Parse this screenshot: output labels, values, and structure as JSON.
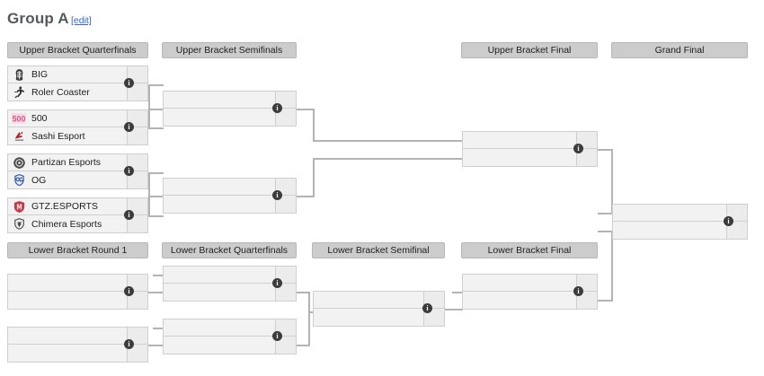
{
  "header": {
    "title": "Group A",
    "edit_label": "[edit]"
  },
  "theme": {
    "header_bg": "#cccccc",
    "box_bg": "#f2f2f2",
    "border": "#cfcfcf",
    "line": "#b3b3b3",
    "link": "#3366cc",
    "title_color": "#54595d",
    "badge_bg": "#3c3c3c"
  },
  "round_headers": [
    {
      "id": "ub-qf",
      "label": "Upper Bracket Quarterfinals"
    },
    {
      "id": "ub-sf",
      "label": "Upper Bracket Semifinals"
    },
    {
      "id": "ub-f",
      "label": "Upper Bracket Final"
    },
    {
      "id": "gf",
      "label": "Grand Final"
    },
    {
      "id": "lb-r1",
      "label": "Lower Bracket Round 1"
    },
    {
      "id": "lb-qf",
      "label": "Lower Bracket Quarterfinals"
    },
    {
      "id": "lb-sf",
      "label": "Lower Bracket Semifinal"
    },
    {
      "id": "lb-f",
      "label": "Lower Bracket Final"
    }
  ],
  "info_badge": {
    "glyph": "i",
    "title": "match-details"
  },
  "matches": [
    {
      "id": "ubqf1",
      "teams": [
        {
          "name": "BIG",
          "logo": "big-logo",
          "score": ""
        },
        {
          "name": "Roler Coaster",
          "logo": "roler-coaster-logo",
          "score": ""
        }
      ]
    },
    {
      "id": "ubqf2",
      "teams": [
        {
          "name": "500",
          "logo": "500-logo",
          "score": ""
        },
        {
          "name": "Sashi Esport",
          "logo": "sashi-esport-logo",
          "score": ""
        }
      ]
    },
    {
      "id": "ubqf3",
      "teams": [
        {
          "name": "Partizan Esports",
          "logo": "partizan-esports-logo",
          "score": ""
        },
        {
          "name": "OG",
          "logo": "og-logo",
          "score": ""
        }
      ]
    },
    {
      "id": "ubqf4",
      "teams": [
        {
          "name": "GTZ.ESPORTS",
          "logo": "gtz-esports-logo",
          "score": ""
        },
        {
          "name": "Chimera Esports",
          "logo": "chimera-esports-logo",
          "score": ""
        }
      ]
    },
    {
      "id": "ubsf1",
      "teams": [
        {
          "name": "",
          "logo": "",
          "score": ""
        },
        {
          "name": "",
          "logo": "",
          "score": ""
        }
      ]
    },
    {
      "id": "ubsf2",
      "teams": [
        {
          "name": "",
          "logo": "",
          "score": ""
        },
        {
          "name": "",
          "logo": "",
          "score": ""
        }
      ]
    },
    {
      "id": "ubf",
      "teams": [
        {
          "name": "",
          "logo": "",
          "score": ""
        },
        {
          "name": "",
          "logo": "",
          "score": ""
        }
      ]
    },
    {
      "id": "gf",
      "teams": [
        {
          "name": "",
          "logo": "",
          "score": ""
        },
        {
          "name": "",
          "logo": "",
          "score": ""
        }
      ]
    },
    {
      "id": "lbr1a",
      "teams": [
        {
          "name": "",
          "logo": "",
          "score": ""
        },
        {
          "name": "",
          "logo": "",
          "score": ""
        }
      ]
    },
    {
      "id": "lbr1b",
      "teams": [
        {
          "name": "",
          "logo": "",
          "score": ""
        },
        {
          "name": "",
          "logo": "",
          "score": ""
        }
      ]
    },
    {
      "id": "lbqf1",
      "teams": [
        {
          "name": "",
          "logo": "",
          "score": ""
        },
        {
          "name": "",
          "logo": "",
          "score": ""
        }
      ]
    },
    {
      "id": "lbqf2",
      "teams": [
        {
          "name": "",
          "logo": "",
          "score": ""
        },
        {
          "name": "",
          "logo": "",
          "score": ""
        }
      ]
    },
    {
      "id": "lbsf",
      "teams": [
        {
          "name": "",
          "logo": "",
          "score": ""
        },
        {
          "name": "",
          "logo": "",
          "score": ""
        }
      ]
    },
    {
      "id": "lbf",
      "teams": [
        {
          "name": "",
          "logo": "",
          "score": ""
        },
        {
          "name": "",
          "logo": "",
          "score": ""
        }
      ]
    }
  ]
}
